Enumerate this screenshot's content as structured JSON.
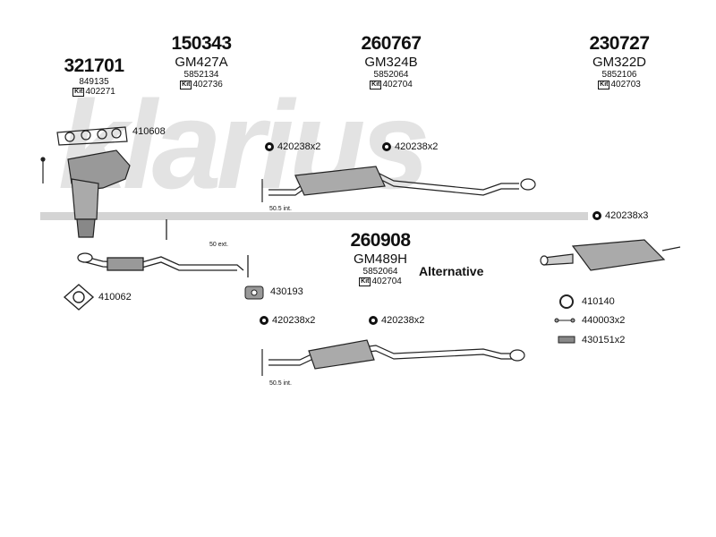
{
  "watermark": "klarius",
  "headers": [
    {
      "id": "h1",
      "part": "321701",
      "code": "",
      "oe": "849135",
      "kit": "402271"
    },
    {
      "id": "h2",
      "part": "150343",
      "code": "GM427A",
      "oe": "5852134",
      "kit": "402736"
    },
    {
      "id": "h3",
      "part": "260767",
      "code": "GM324B",
      "oe": "5852064",
      "kit": "402704"
    },
    {
      "id": "h4",
      "part": "230727",
      "code": "GM322D",
      "oe": "5852106",
      "kit": "402703"
    }
  ],
  "kit_icon_text": "Kit",
  "alt": {
    "part": "260908",
    "code": "GM489H",
    "oe": "5852064",
    "kit": "402704",
    "label": "Alternative"
  },
  "callouts": {
    "gasket_manifold": "410608",
    "clamp_top_left": "420238x2",
    "clamp_top_right": "420238x2",
    "clamp_long": "420238x3",
    "gasket_flange": "410062",
    "hanger": "430193",
    "clamp_bottom_left": "420238x2",
    "clamp_bottom_right": "420238x2",
    "ring": "410140",
    "rubber": "440003x2",
    "bolt": "430151x2"
  },
  "dims": {
    "ext": "50 ext.",
    "int_top": "50.5 int.",
    "int_bottom": "50.5 int."
  }
}
